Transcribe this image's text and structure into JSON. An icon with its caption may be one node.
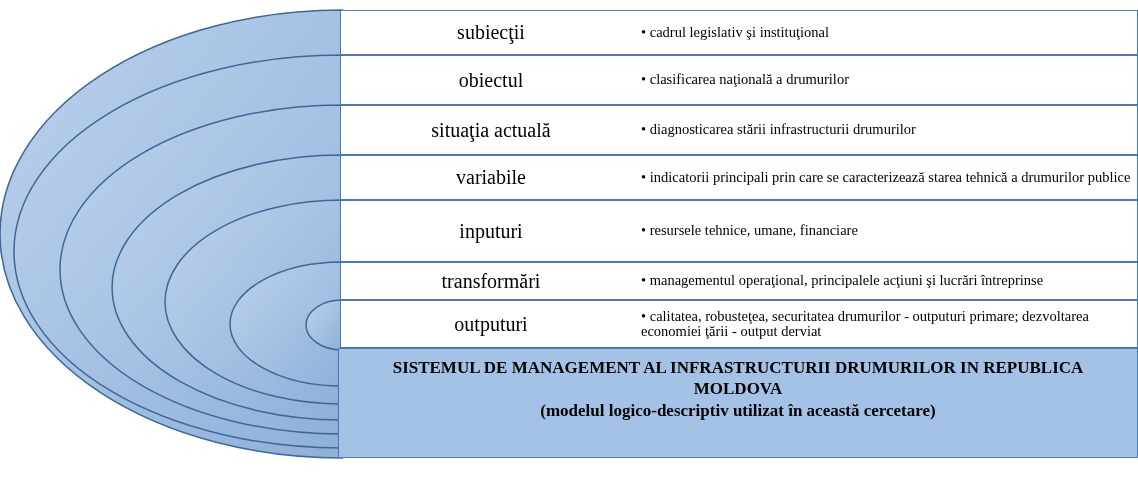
{
  "diagram": {
    "nodes": [
      {
        "text": [
          "subiecţii",
          "• cadrul legislativ şi instituţional"
        ]
      },
      {
        "text": [
          "obiectul",
          "• clasificarea naţională a drumurilor"
        ]
      },
      {
        "text": [
          "situaţia actuală",
          "• diagnosticarea stării infrastructurii drumurilor"
        ]
      },
      {
        "text": [
          "variabile",
          "• indicatorii principali prin care se caracterizează starea tehnică a drumurilor publice"
        ]
      },
      {
        "text": [
          "inputuri",
          "• resursele tehnice, umane, financiare"
        ]
      },
      {
        "text": [
          "transformări",
          "• managementul operaţional, principalele acţiuni şi lucrări întreprinse"
        ]
      },
      {
        "text": [
          "outputuri",
          "• calitatea, robusteţea, securitatea drumurilor - outputuri primare; dezvoltarea economiei ţării - output derviat"
        ]
      },
      {
        "text": [
          "SISTEMUL DE MANAGEMENT AL INFRASTRUCTURII DRUMURILOR IN REPUBLICA MOLDOVA",
          "(modelul logico-descriptiv utilizat în această cercetare)"
        ]
      }
    ],
    "edges": []
  }
}
